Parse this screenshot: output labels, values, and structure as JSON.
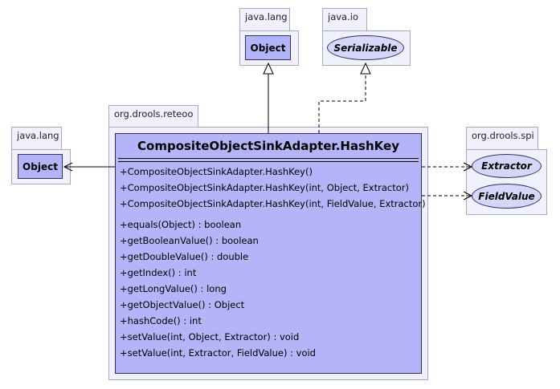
{
  "packages": {
    "top_left": {
      "name": "java.lang",
      "class": "Object"
    },
    "top_right": {
      "name": "java.io",
      "interface": "Serializable"
    },
    "left": {
      "name": "java.lang",
      "class": "Object"
    },
    "main": {
      "name": "org.drools.reteoo"
    },
    "right": {
      "name": "org.drools.spi",
      "interfaces": [
        "Extractor",
        "FieldValue"
      ]
    }
  },
  "main_class": {
    "title": "CompositeObjectSinkAdapter.HashKey",
    "constructors": [
      "+CompositeObjectSinkAdapter.HashKey()",
      "+CompositeObjectSinkAdapter.HashKey(int, Object, Extractor)",
      "+CompositeObjectSinkAdapter.HashKey(int, FieldValue, Extractor)"
    ],
    "methods": [
      "+equals(Object) : boolean",
      "+getBooleanValue() : boolean",
      "+getDoubleValue() : double",
      "+getIndex() : int",
      "+getLongValue() : long",
      "+getObjectValue() : Object",
      "+hashCode() : int",
      "+setValue(int, Object, Extractor) : void",
      "+setValue(int, Extractor, FieldValue) : void"
    ]
  },
  "colors": {
    "class_fill": "#b4b4f8",
    "interface_fill": "#d6d6f8",
    "package_fill": "#f1f1fd",
    "package_border": "#a8a8c8",
    "outline": "#303060"
  }
}
